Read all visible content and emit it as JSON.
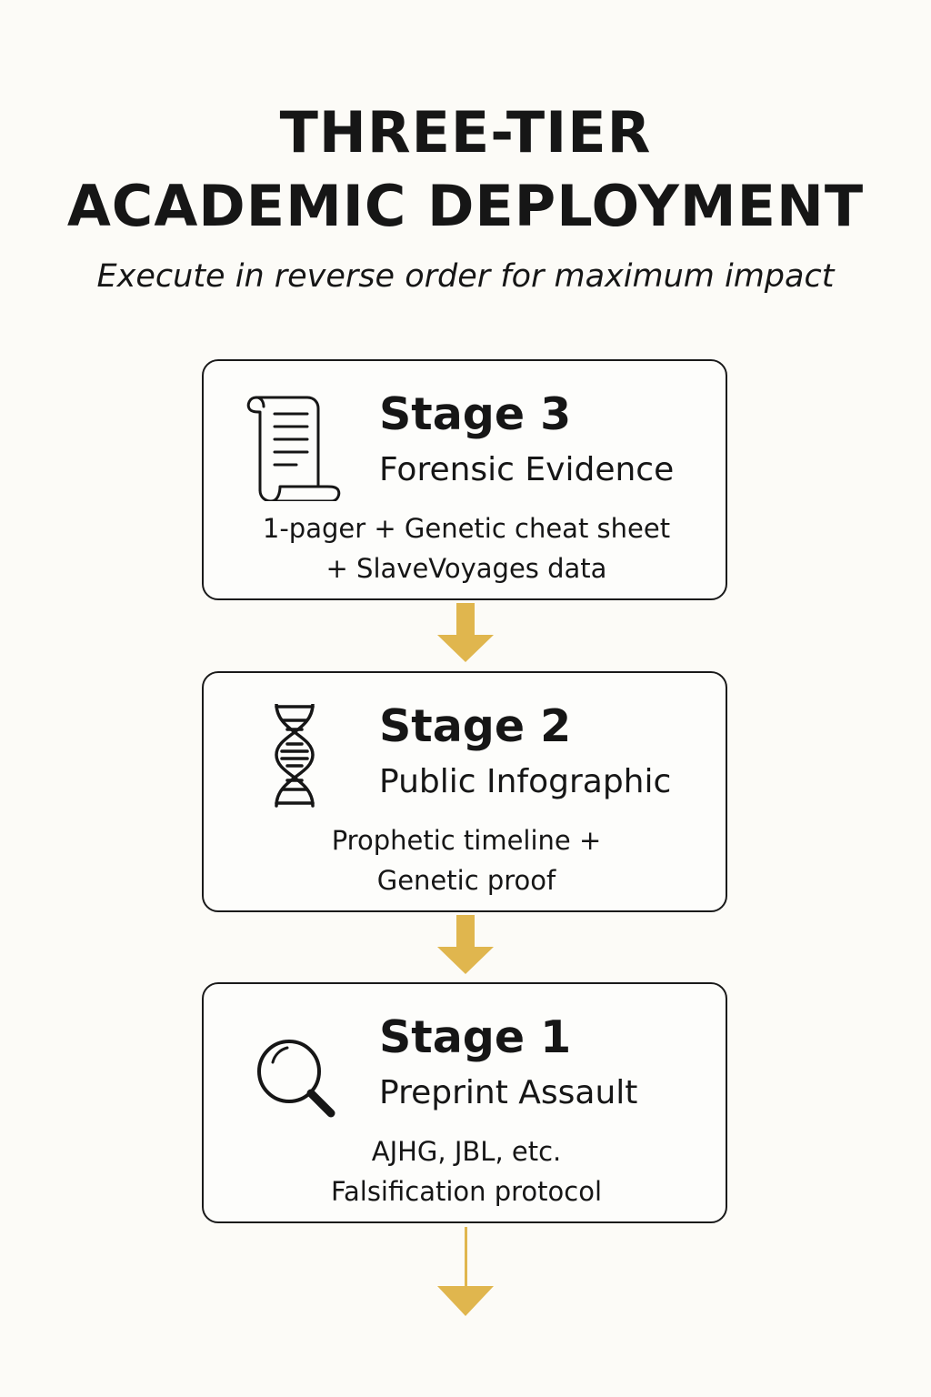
{
  "header": {
    "title_line1": "THREE-TIER",
    "title_line2": "ACADEMIC DEPLOYMENT",
    "subtitle": "Execute in reverse order for maximum impact"
  },
  "stages": [
    {
      "stage": "Stage 3",
      "name": "Forensic Evidence",
      "desc_line1": "1-pager + Genetic cheat sheet",
      "desc_line2": "+ SlaveVoyages data",
      "icon": "scroll-document-icon"
    },
    {
      "stage": "Stage 2",
      "name": "Public Infographic",
      "desc_line1": "Prophetic timeline +",
      "desc_line2": "Genetic proof",
      "icon": "dna-helix-icon"
    },
    {
      "stage": "Stage 1",
      "name": "Preprint Assault",
      "desc_line1": "AJHG, JBL, etc.",
      "desc_line2": "Falsification protocol",
      "icon": "magnifying-glass-icon"
    }
  ],
  "colors": {
    "arrow": "#e0b64e",
    "border": "#1a1a1a",
    "background": "#fcfbf7",
    "text": "#161616"
  }
}
